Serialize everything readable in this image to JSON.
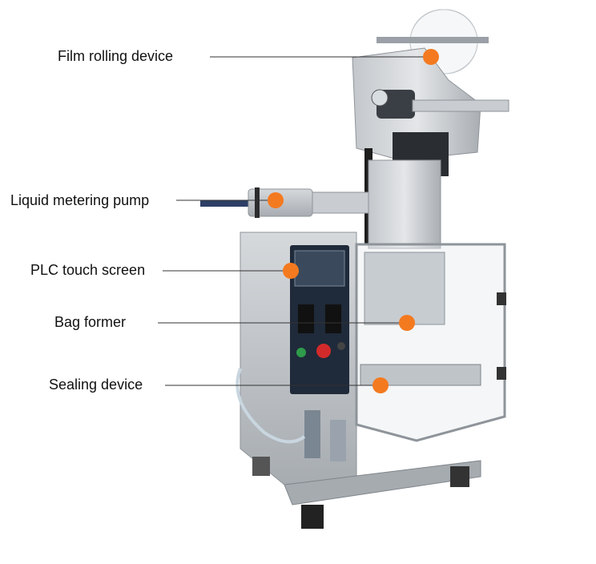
{
  "colors": {
    "callout_dot": "#f47a20",
    "leader_line": "#333333",
    "steel_light": "#d9dcdf",
    "steel_mid": "#b9bec3",
    "steel_dark": "#8e949a",
    "panel_dark": "#1f2a3a"
  },
  "callouts": [
    {
      "label": "Film rolling device"
    },
    {
      "label": "Liquid metering pump"
    },
    {
      "label": "PLC touch screen"
    },
    {
      "label": "Bag former"
    },
    {
      "label": "Sealing device"
    }
  ]
}
